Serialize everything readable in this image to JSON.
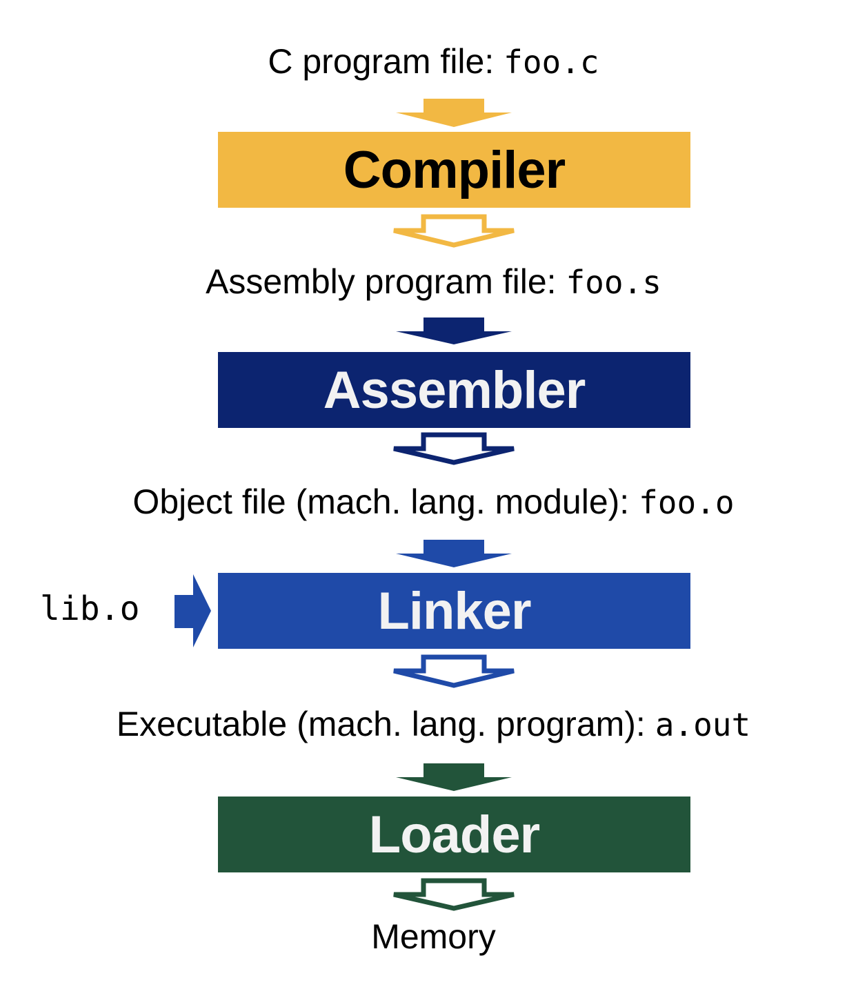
{
  "stages": [
    {
      "name": "Compiler",
      "color": "#f2b843",
      "text_color": "#000000"
    },
    {
      "name": "Assembler",
      "color": "#0c2470",
      "text_color": "#f2f2f2"
    },
    {
      "name": "Linker",
      "color": "#1f4aa8",
      "text_color": "#f2f2f2"
    },
    {
      "name": "Loader",
      "color": "#22543a",
      "text_color": "#f2f2f2"
    }
  ],
  "files": [
    {
      "text": "C program file: ",
      "code": "foo.c"
    },
    {
      "text": "Assembly program file: ",
      "code": "foo.s"
    },
    {
      "text": "Object file (mach. lang. module): ",
      "code": "foo.o"
    },
    {
      "text": "Executable (mach. lang. program): ",
      "code": "a.out"
    },
    {
      "text": "Memory",
      "code": ""
    }
  ],
  "side_input": {
    "code": "lib.o",
    "color": "#1f4aa8"
  }
}
